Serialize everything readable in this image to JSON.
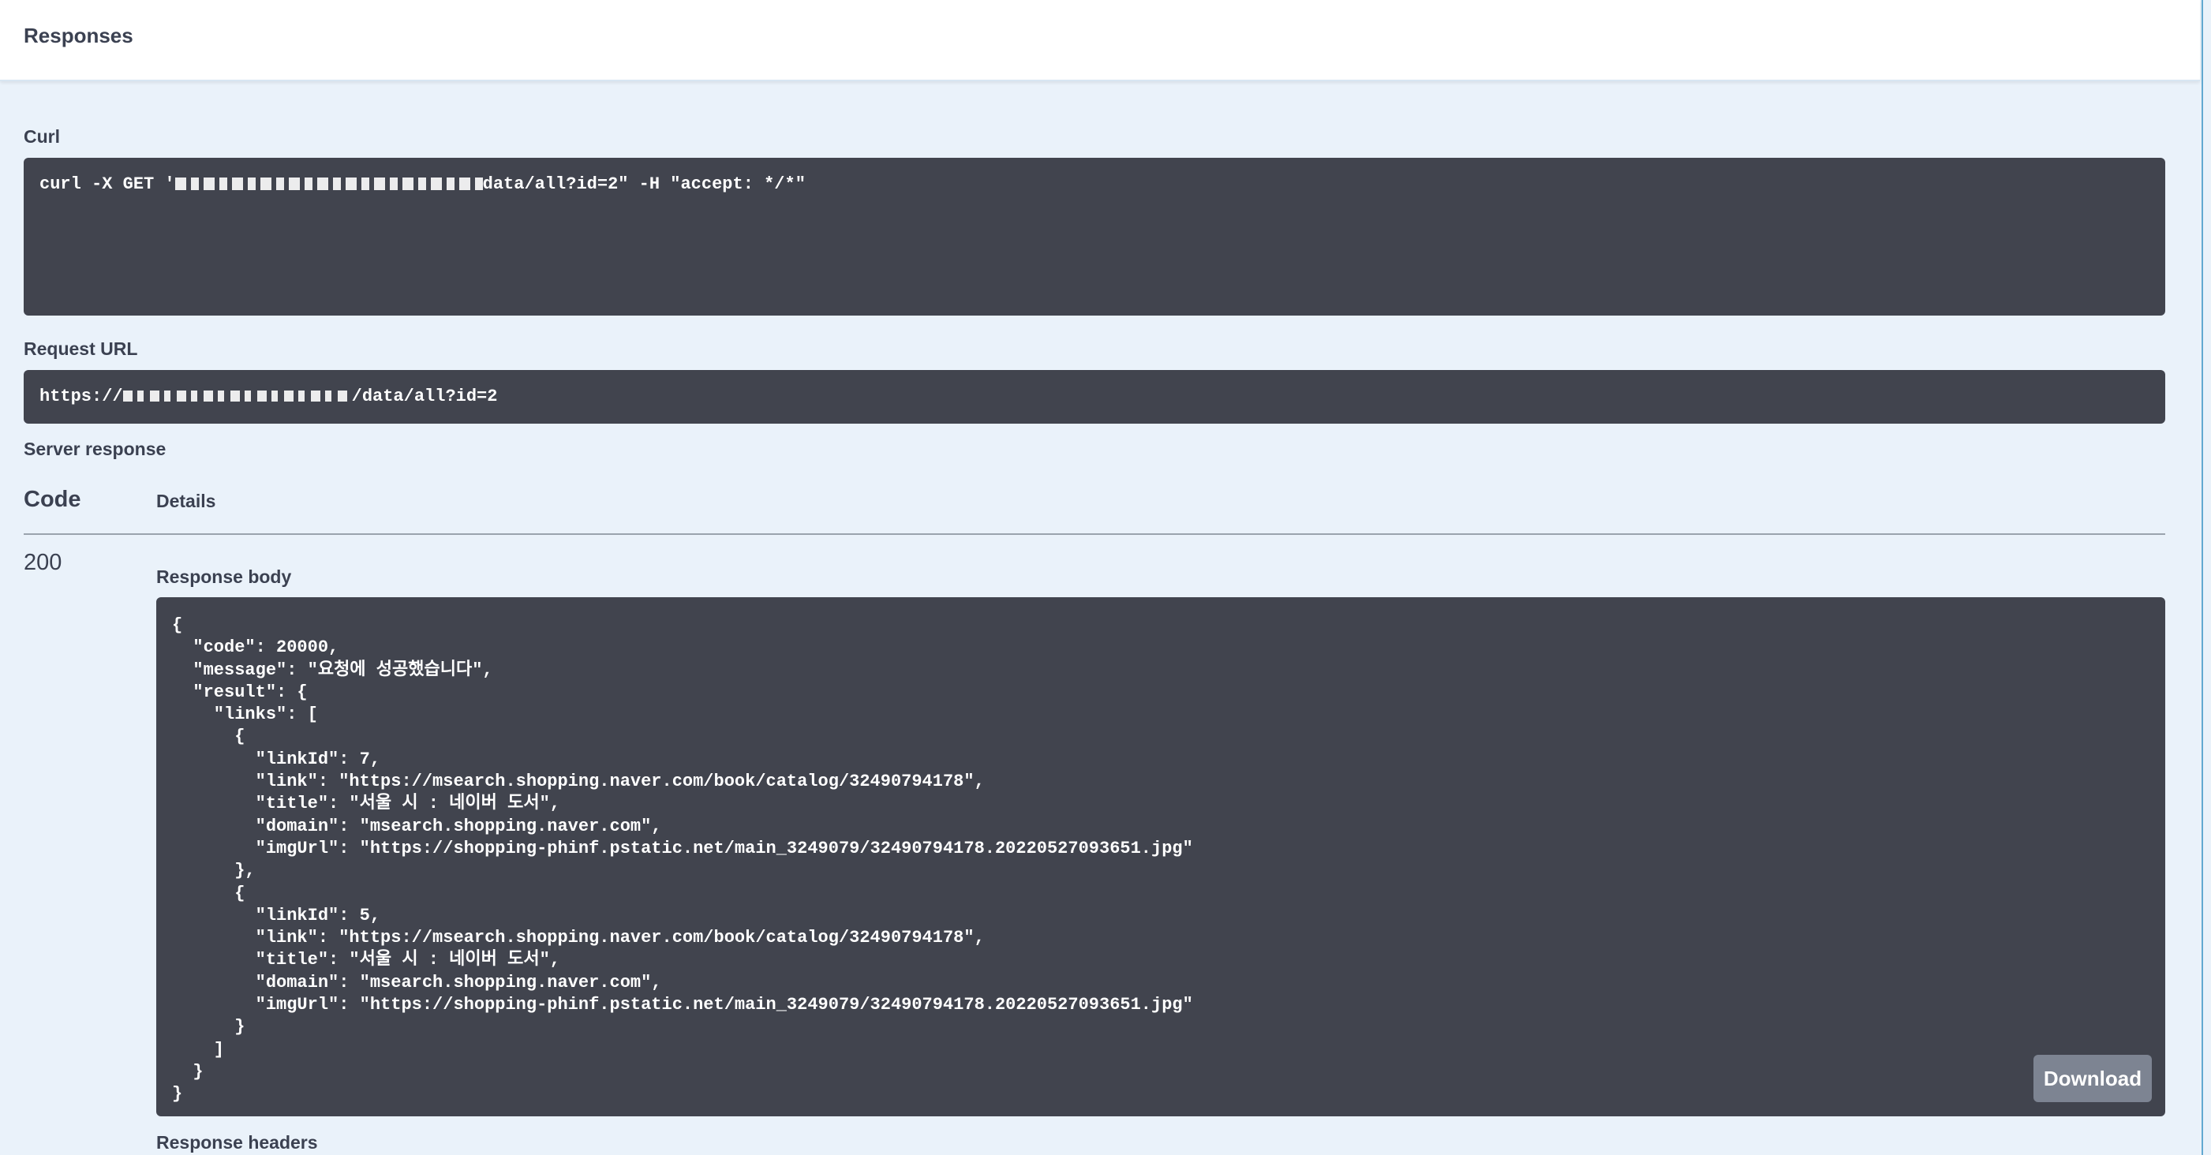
{
  "header": {
    "title": "Responses"
  },
  "curl": {
    "label": "Curl",
    "prefix": "curl -X GET '",
    "suffix": "data/all?id=2\" -H \"accept: */*\""
  },
  "request_url": {
    "label": "Request URL",
    "prefix": "https://",
    "suffix": "/data/all?id=2"
  },
  "server_response": {
    "label": "Server response",
    "col_code": "Code",
    "col_details": "Details",
    "status": "200",
    "body_label": "Response body",
    "body": "{\n  \"code\": 20000,\n  \"message\": \"요청에 성공했습니다\",\n  \"result\": {\n    \"links\": [\n      {\n        \"linkId\": 7,\n        \"link\": \"https://msearch.shopping.naver.com/book/catalog/32490794178\",\n        \"title\": \"서울 시 : 네이버 도서\",\n        \"domain\": \"msearch.shopping.naver.com\",\n        \"imgUrl\": \"https://shopping-phinf.pstatic.net/main_3249079/32490794178.20220527093651.jpg\"\n      },\n      {\n        \"linkId\": 5,\n        \"link\": \"https://msearch.shopping.naver.com/book/catalog/32490794178\",\n        \"title\": \"서울 시 : 네이버 도서\",\n        \"domain\": \"msearch.shopping.naver.com\",\n        \"imgUrl\": \"https://shopping-phinf.pstatic.net/main_3249079/32490794178.20220527093651.jpg\"\n      }\n    ]\n  }\n}",
    "download_label": "Download",
    "headers_label": "Response headers"
  },
  "colors": {
    "code_bg": "#41444e",
    "page_bg": "#eaf2fa",
    "button_bg": "#7d8492"
  }
}
